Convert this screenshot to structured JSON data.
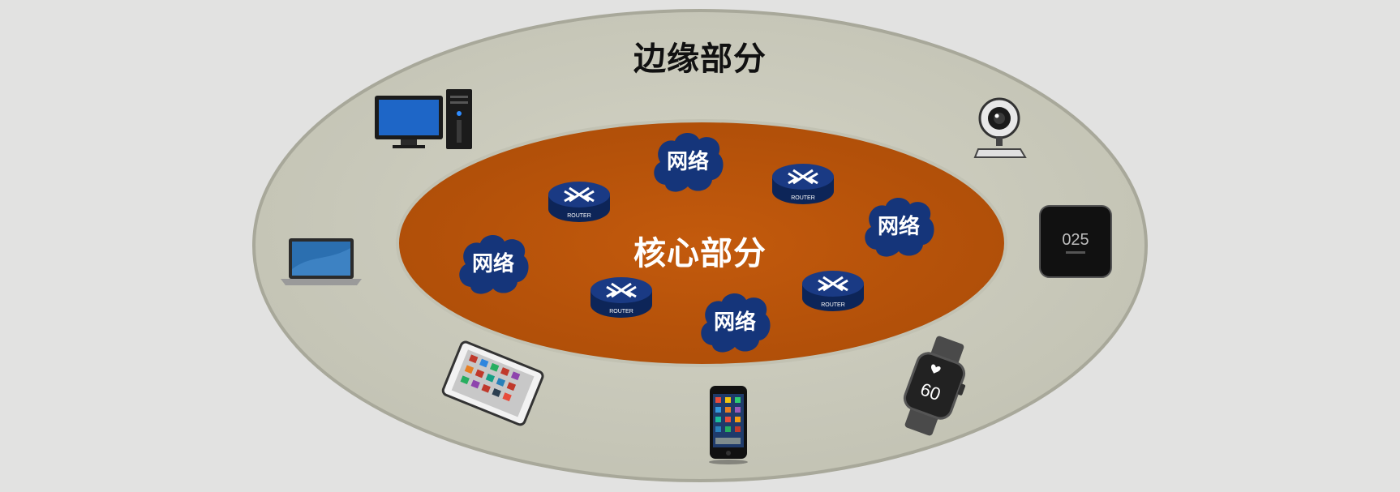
{
  "edge_label": "边缘部分",
  "core_label": "核心部分",
  "network_label": "网络",
  "router_label": "ROUTER",
  "clock_label": "025",
  "watch_label": "60",
  "colors": {
    "background": "#e2e2e1",
    "edge_fill": "#c9c9bb",
    "core_fill": "#b8520a",
    "cloud_fill": "#15357a",
    "router_fill": "#1a3a84"
  },
  "devices": [
    "desktop-computer",
    "laptop",
    "tablet",
    "smartphone",
    "smartwatch",
    "smart-clock",
    "webcam"
  ]
}
